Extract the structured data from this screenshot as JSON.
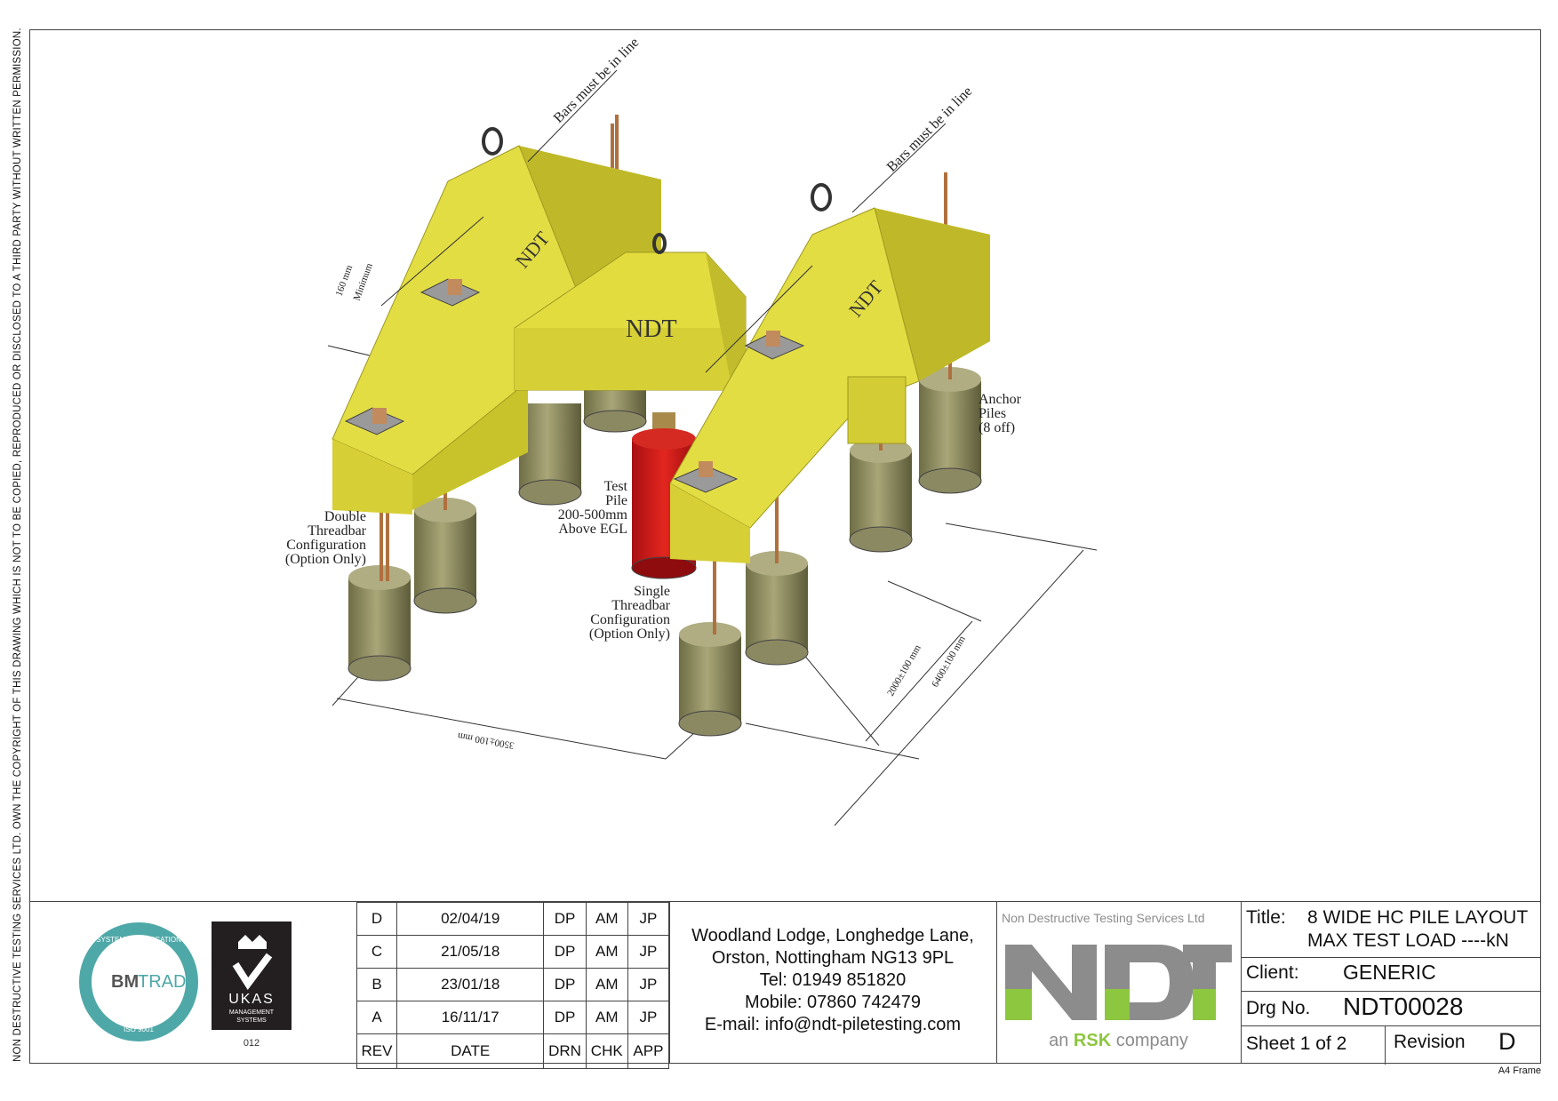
{
  "side_note": "NON DESTRUCTIVE TESTING SERVICES LTD.  OWN THE COPYRIGHT OF THIS DRAWING WHICH IS NOT TO BE COPIED, REPRODUCED OR DISCLOSED TO A THIRD PARTY WITHOUT WRITTEN PERMISSION.",
  "drawing": {
    "beam_mark": "NDT",
    "labels": {
      "bars_in_line": "Bars must be in line",
      "min_spacing_1": "160 mm",
      "min_spacing_2": "Minimum",
      "anchor_piles": [
        "Anchor",
        "Piles",
        "(8 off)"
      ],
      "test_pile": [
        "Test",
        "Pile",
        "200-500mm",
        "Above EGL"
      ],
      "double_threadbar": [
        "Double",
        "Threadbar",
        "Configuration",
        "(Option Only)"
      ],
      "single_threadbar": [
        "Single",
        "Threadbar",
        "Configuration",
        "(Option Only)"
      ],
      "dim_3500": "3500±100 mm",
      "dim_2000": "2000±100 mm",
      "dim_6400": "6400±100 mm"
    }
  },
  "title_block": {
    "certs": {
      "bm_ring": "SYSTEM CERTIFICATION",
      "bm_name_1": "BM",
      "bm_name_2": "TRADA",
      "bm_iso": "ISO 9001",
      "ukas": "UKAS",
      "ukas_sub1": "MANAGEMENT",
      "ukas_sub2": "SYSTEMS",
      "ukas_num": "012"
    },
    "revisions": [
      {
        "rev": "D",
        "date": "02/04/19",
        "drn": "DP",
        "chk": "AM",
        "app": "JP"
      },
      {
        "rev": "C",
        "date": "21/05/18",
        "drn": "DP",
        "chk": "AM",
        "app": "JP"
      },
      {
        "rev": "B",
        "date": "23/01/18",
        "drn": "DP",
        "chk": "AM",
        "app": "JP"
      },
      {
        "rev": "A",
        "date": "16/11/17",
        "drn": "DP",
        "chk": "AM",
        "app": "JP"
      }
    ],
    "rev_headers": {
      "rev": "REV",
      "date": "DATE",
      "drn": "DRN",
      "chk": "CHK",
      "app": "APP"
    },
    "address": {
      "line1": "Woodland Lodge, Longhedge Lane,",
      "line2": "Orston, Nottingham NG13 9PL",
      "tel": "Tel: 01949 851820",
      "mobile": "Mobile: 07860 742479",
      "email": "E-mail: info@ndt-piletesting.com"
    },
    "logo": {
      "company": "Non Destructive Testing Services Ltd",
      "mark": "NDT",
      "tag_pre": "an",
      "tag_brand": "RSK",
      "tag_post": "company"
    },
    "title_label": "Title:",
    "title_line1": "8 WIDE HC PILE LAYOUT",
    "title_line2": "MAX TEST LOAD ----kN",
    "client_label": "Client:",
    "client": "GENERIC",
    "drg_label": "Drg No.",
    "drg_no": "NDT00028",
    "sheet": "Sheet 1 of 2",
    "revision_label": "Revision",
    "revision": "D",
    "frame_note": "A4 Frame",
    "colors": {
      "ndt_grey": "#8c8c8c",
      "ndt_green": "#8dc63f",
      "bm_teal": "#4fa8a8"
    }
  }
}
